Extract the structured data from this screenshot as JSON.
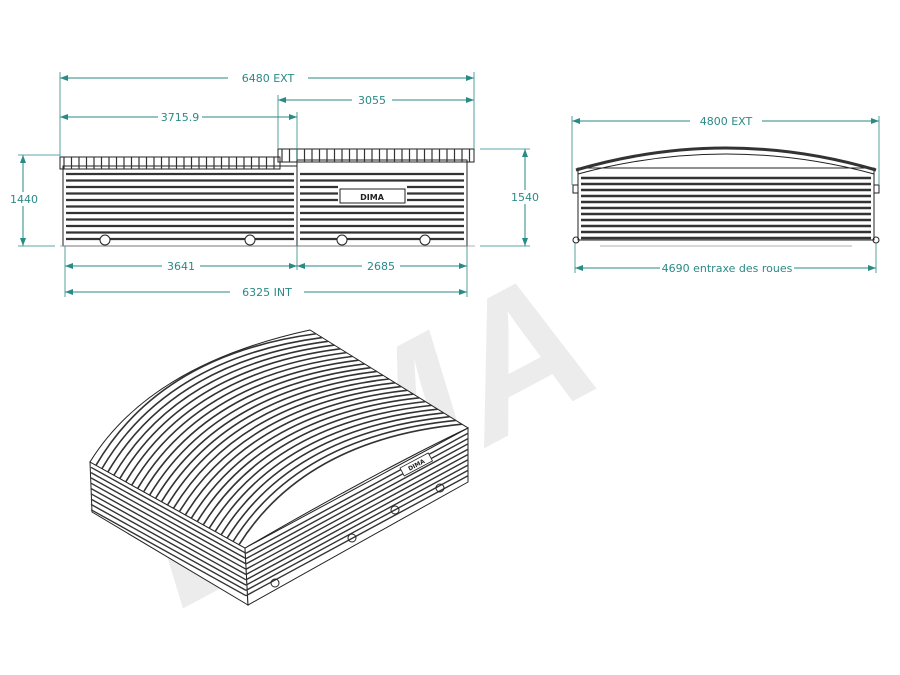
{
  "watermark": "DIMA",
  "side_view": {
    "overall_ext": "6480  EXT",
    "right_module": "3055",
    "left_module": "3715.9",
    "left_height": "1440",
    "right_height": "1540",
    "left_wheelbase": "3641",
    "right_wheelbase": "2685",
    "overall_int": "6325  INT",
    "logo": "DIMA"
  },
  "end_view": {
    "overall_ext": "4800  EXT",
    "wheel_track": "4690  entraxe des roues"
  },
  "iso_view": {
    "logo": "DIMA"
  },
  "colors": {
    "dimension": "#2a8a86",
    "ink": "#222222",
    "watermark": "#ececec"
  }
}
